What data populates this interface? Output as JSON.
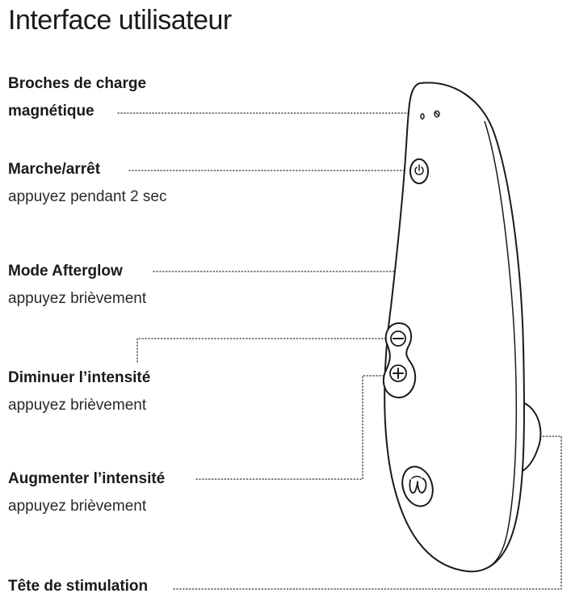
{
  "title": "Interface utilisateur",
  "callouts": [
    {
      "id": "charging-pins",
      "name_line1": "Broches de charge",
      "name_line2": "magnétique"
    },
    {
      "id": "power",
      "name": "Marche/arrêt",
      "note": "appuyez pendant 2 sec"
    },
    {
      "id": "afterglow",
      "name": "Mode Afterglow",
      "note": "appuyez brièvement"
    },
    {
      "id": "decrease",
      "name": "Diminuer l’intensité",
      "note": "appuyez brièvement"
    },
    {
      "id": "increase",
      "name": "Augmenter l’intensité",
      "note": "appuyez brièvement"
    },
    {
      "id": "stim-head",
      "name": "Tête de stimulation"
    }
  ],
  "icons": [
    "charging-pin-icon",
    "power-icon",
    "minus-icon",
    "plus-icon",
    "brand-logo-icon"
  ],
  "colors": {
    "ink": "#1a1a1a",
    "leader": "#333333"
  }
}
